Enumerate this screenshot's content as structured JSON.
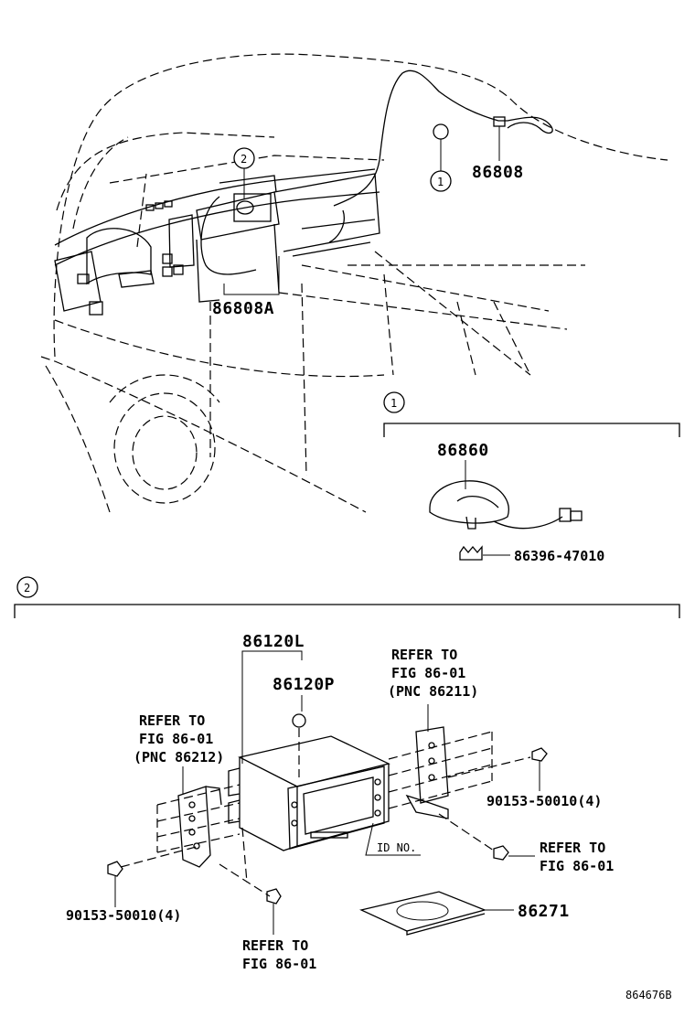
{
  "figure_id": "864676B",
  "callouts": {
    "one": "1",
    "two": "2"
  },
  "parts": {
    "p86808": "86808",
    "p86808A": "86808A",
    "p86860": "86860",
    "p86396": "86396-47010",
    "p86120L": "86120L",
    "p86120P": "86120P",
    "p86271": "86271",
    "bolt_right": "90153-50010(4)",
    "bolt_left": "90153-50010(4)",
    "id_no": "ID NO."
  },
  "refs": {
    "top_right": [
      "REFER TO",
      "FIG 86-01",
      "(PNC 86211)"
    ],
    "left": [
      "REFER TO",
      "FIG 86-01",
      "(PNC 86212)"
    ],
    "right": [
      "REFER TO",
      "FIG 86-01"
    ],
    "bottom": [
      "REFER TO",
      "FIG 86-01"
    ]
  }
}
